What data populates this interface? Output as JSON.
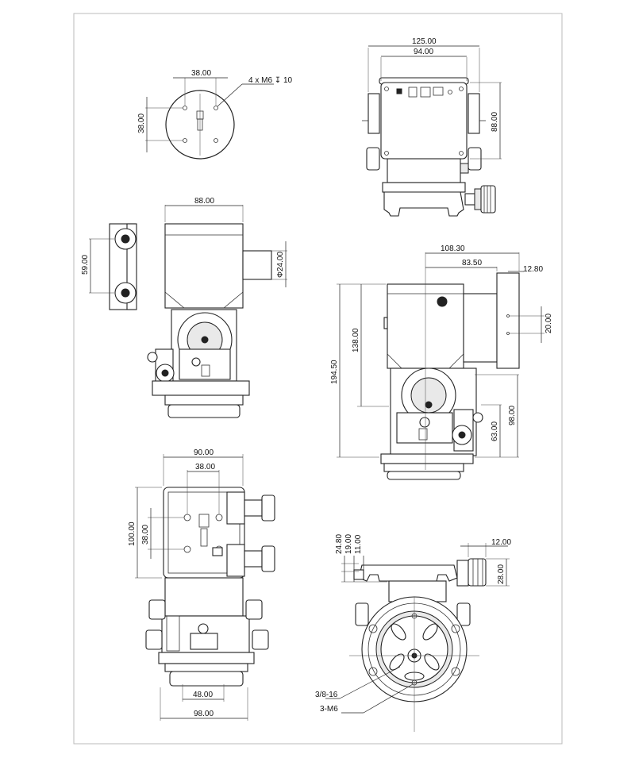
{
  "views": {
    "top_flange": {
      "hole_spacing_x": "38.00",
      "hole_spacing_y": "38.00",
      "thread_note": "4 x M6 ↧ 10"
    },
    "rear_view": {
      "overall_width": "125.00",
      "body_width": "94.00",
      "body_height": "88.00"
    },
    "side_view": {
      "body_width": "88.00",
      "knob_spacing": "59.00",
      "shaft_diameter": "Φ24.00"
    },
    "front_view": {
      "offset_total": "108.30",
      "offset_body": "83.50",
      "plate_thickness": "12.80",
      "hole_pitch": "20.00",
      "overall_height": "194.50",
      "body_height": "138.00",
      "base_height_1": "98.00",
      "base_height_2": "63.00"
    },
    "bottom_view": {
      "width_top": "90.00",
      "hole_spacing_x": "38.00",
      "length": "100.00",
      "hole_spacing_y": "38.00",
      "base_width": "48.00",
      "overall_width": "98.00"
    },
    "base_view": {
      "height_1": "24.80",
      "height_2": "19.00",
      "height_3": "11.00",
      "knob_offset": "12.00",
      "knob_height": "28.00",
      "thread_large": "3/8-16",
      "thread_small": "3-M6"
    }
  }
}
